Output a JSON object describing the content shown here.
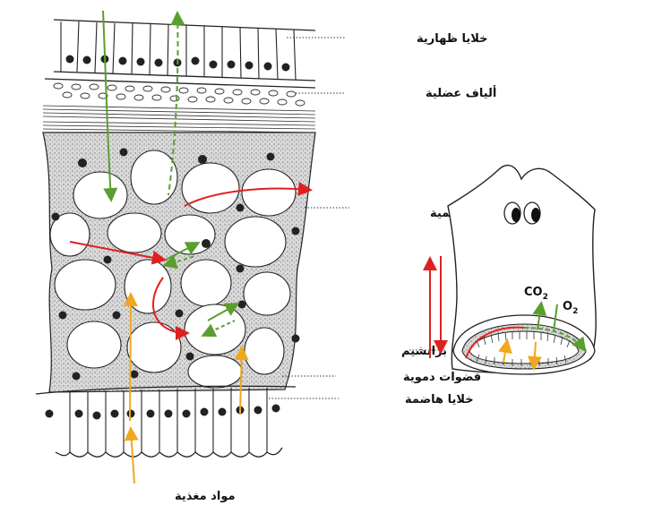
{
  "labels": {
    "epidermal_cells": "خلايا ظهارية",
    "muscle_fibers": "ألياف عضلية",
    "parenchyma_cell": "خلية برانشيمية",
    "gut_lumen": "برانشيم",
    "blood_spaces": "فضوات دموية",
    "digestive_cells": "خلايا هاضمة",
    "nutrients": "مواد مغذية",
    "co2": "CO",
    "co2_sub": "2",
    "o2": "O",
    "o2_sub": "2"
  },
  "colors": {
    "green_arrow": "#5a9e2f",
    "red_arrow": "#e02020",
    "orange_arrow": "#f0a81c",
    "stipple": "#8a8a8a"
  }
}
